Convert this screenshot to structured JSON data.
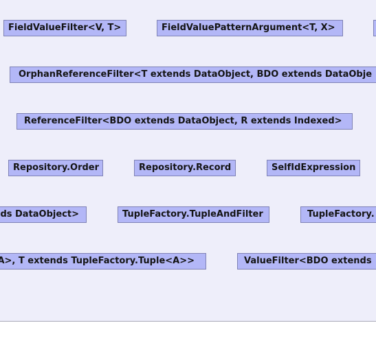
{
  "diagram": {
    "background_color": "#eeeefa",
    "node_fill_color": "#b3b7f7",
    "node_border_color": "#7f82b5",
    "nodes": {
      "field_value_filter": "FieldValueFilter<V, T>",
      "field_value_pattern_argument": "FieldValuePatternArgument<T, X>",
      "orphan_reference_filter": "OrphanReferenceFilter<T extends DataObject, BDO extends DataObje",
      "reference_filter": "ReferenceFilter<BDO extends DataObject, R extends Indexed>",
      "repository_order": "Repository.Order",
      "repository_record": "Repository.Record",
      "self_id_expression": "SelfIdExpression",
      "ds_data_object": "ds DataObject>",
      "tuple_and_filter": "TupleFactory.TupleAndFilter",
      "tuple_factory_clipped": "TupleFactory.",
      "tuple_factory_tuple_clipped": "A>, T extends TupleFactory.Tuple<A>>",
      "value_filter_clipped": "ValueFilter<BDO extends"
    }
  }
}
